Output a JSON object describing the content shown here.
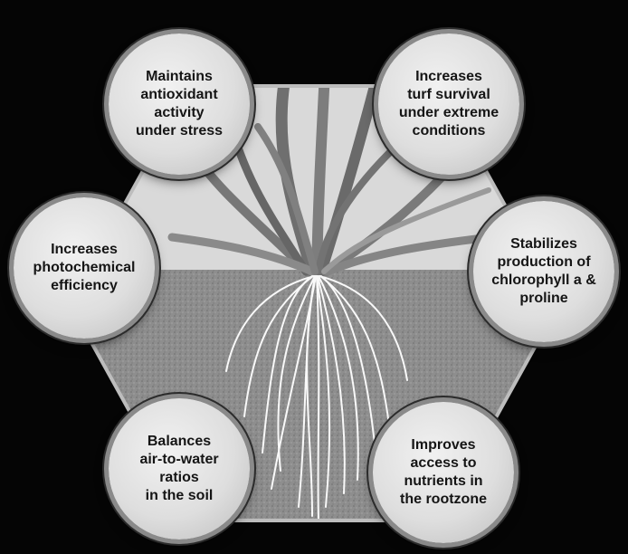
{
  "benefits": [
    {
      "text": "Maintains\nantioxidant\nactivity\nunder stress"
    },
    {
      "text": "Increases\nturf survival\nunder extreme\nconditions"
    },
    {
      "text": "Increases\nphotochemical\nefficiency"
    },
    {
      "text": "Stabilizes\nproduction of\nchlorophyll a &\nproline"
    },
    {
      "text": "Balances\nair-to-water\nratios\nin the soil"
    },
    {
      "text": "Improves\naccess to\nnutrients in\nthe rootzone"
    }
  ],
  "colors": {
    "background": "#050505",
    "sky": "#d9d9d9",
    "soil": "#8e8e8e",
    "grass": "#6f6f6f",
    "roots": "#ffffff"
  }
}
